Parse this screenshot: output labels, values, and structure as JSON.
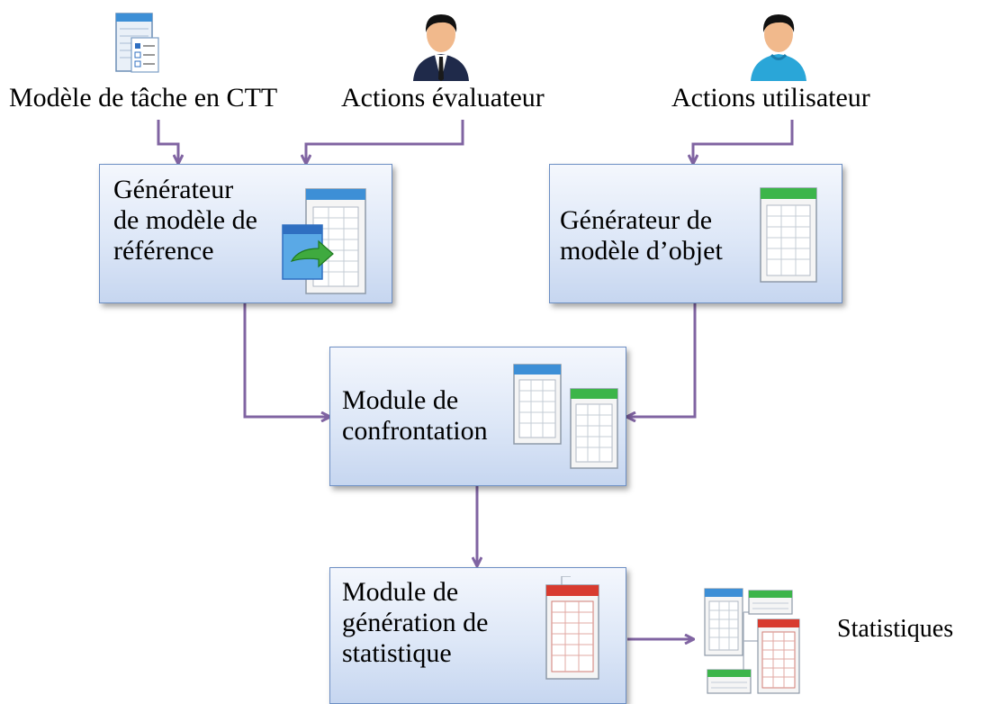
{
  "inputs": {
    "task_model": "Modèle de tâche en CTT",
    "evaluator_actions": "Actions évaluateur",
    "user_actions": "Actions utilisateur"
  },
  "boxes": {
    "reference_generator": [
      "Générateur",
      "de modèle de",
      "référence"
    ],
    "object_generator": [
      "Générateur de",
      "modèle d’objet"
    ],
    "confrontation": [
      "Module de",
      "confrontation"
    ],
    "statistics_generator": [
      "Module de",
      "génération de",
      "statistique"
    ]
  },
  "output": {
    "statistics": "Statistiques"
  },
  "colors": {
    "arrow": "#8064a2",
    "box_border": "#6d8fc4",
    "box_fill": "#dde7f7"
  }
}
